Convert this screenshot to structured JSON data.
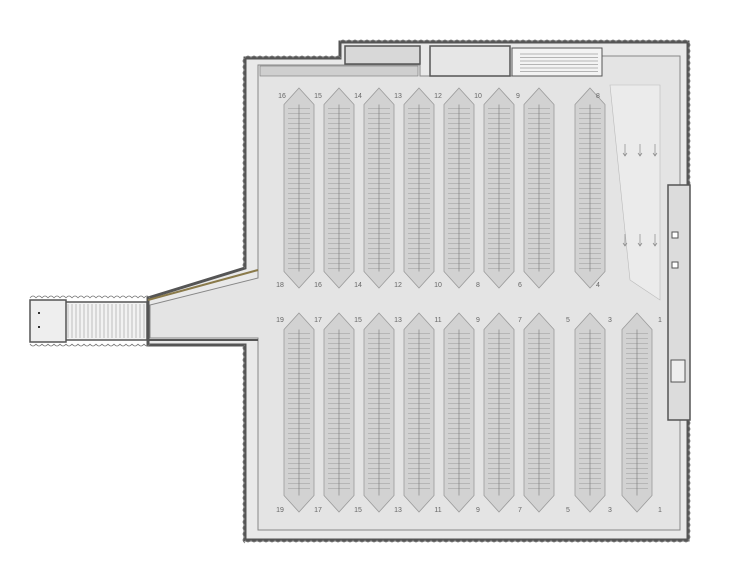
{
  "colors": {
    "background": "#ffffff",
    "floor": "#e4e4e4",
    "floor_light": "#ededed",
    "wall": "#555555",
    "bay_fill": "#d2d2d2",
    "bay_stroke": "#9a9a9a",
    "rack_line": "#8a8a8a",
    "structure": "#444444",
    "accent_wall": "#8a7a4a"
  },
  "plan": {
    "upper_row_numbers_top": [
      "16",
      "15",
      "14",
      "13",
      "12",
      "10",
      "9",
      "8"
    ],
    "upper_row_numbers_bottom": [
      "18",
      "16",
      "14",
      "12",
      "10",
      "8",
      "6",
      "4"
    ],
    "lower_row_numbers_top": [
      "19",
      "17",
      "15",
      "13",
      "11",
      "9",
      "7",
      "5",
      "3",
      "1"
    ],
    "lower_row_numbers_bottom": [
      "19",
      "17",
      "15",
      "13",
      "11",
      "9",
      "7",
      "5",
      "3",
      "1"
    ]
  }
}
